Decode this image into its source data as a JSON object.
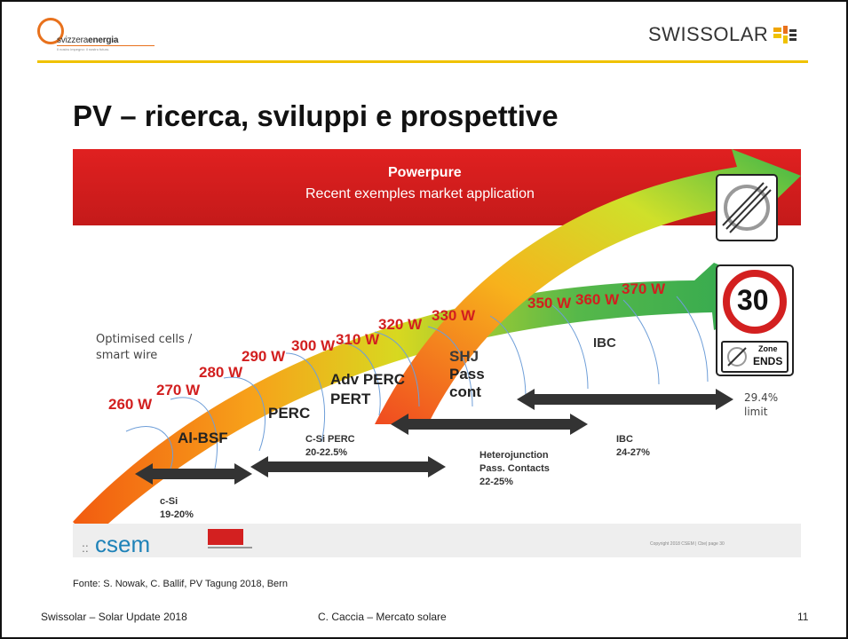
{
  "header": {
    "left_logo": {
      "name": "svizzeraenergia",
      "name_bold": "energia",
      "name_light": "svizzera",
      "tagline": "Il nostro impegno: il nostro futuro."
    },
    "right_logo": {
      "text": "SWISSOLAR"
    }
  },
  "slide": {
    "title": "PV – ricerca, sviluppi e prospettive",
    "source": "Fonte: S. Nowak, C. Ballif, PV Tagung 2018, Bern"
  },
  "footer": {
    "left": "Swissolar – Solar Update 2018",
    "center": "C. Caccia – Mercato solare",
    "page": "11"
  },
  "figure": {
    "banner_title": "Powerpure",
    "banner_subtitle": "Recent exemples market application",
    "side_note": [
      "Optimised cells /",
      "smart wire"
    ],
    "watts": [
      "260 W",
      "270 W",
      "280 W",
      "290 W",
      "300 W",
      "310 W",
      "320 W",
      "330 W",
      "350 W",
      "360 W",
      "370 W"
    ],
    "tech_labels": [
      "Al-BSF",
      "PERC",
      "Adv PERC",
      "PERT",
      "SHJ",
      "Pass",
      "cont",
      "IBC"
    ],
    "ranges": [
      {
        "name": "c-Si",
        "eff": "19-20%"
      },
      {
        "name": "C-Si PERC",
        "eff": "20-22.5%"
      },
      {
        "name": "Heterojunction",
        "name2": "Pass. Contacts",
        "eff": "22-25%"
      },
      {
        "name": "IBC",
        "eff": "24-27%"
      }
    ],
    "limit": [
      "29.4%",
      "limit"
    ],
    "sign_speed": "30",
    "sign_zone": [
      "Zone",
      "ENDS"
    ],
    "bottom_logo": "csem",
    "copyright": "Copyright 2018 CSEM | Cbe| page 30",
    "colors": {
      "banner": "#d71f1f",
      "watt": "#d21f1f",
      "arrow": "#333333"
    }
  }
}
